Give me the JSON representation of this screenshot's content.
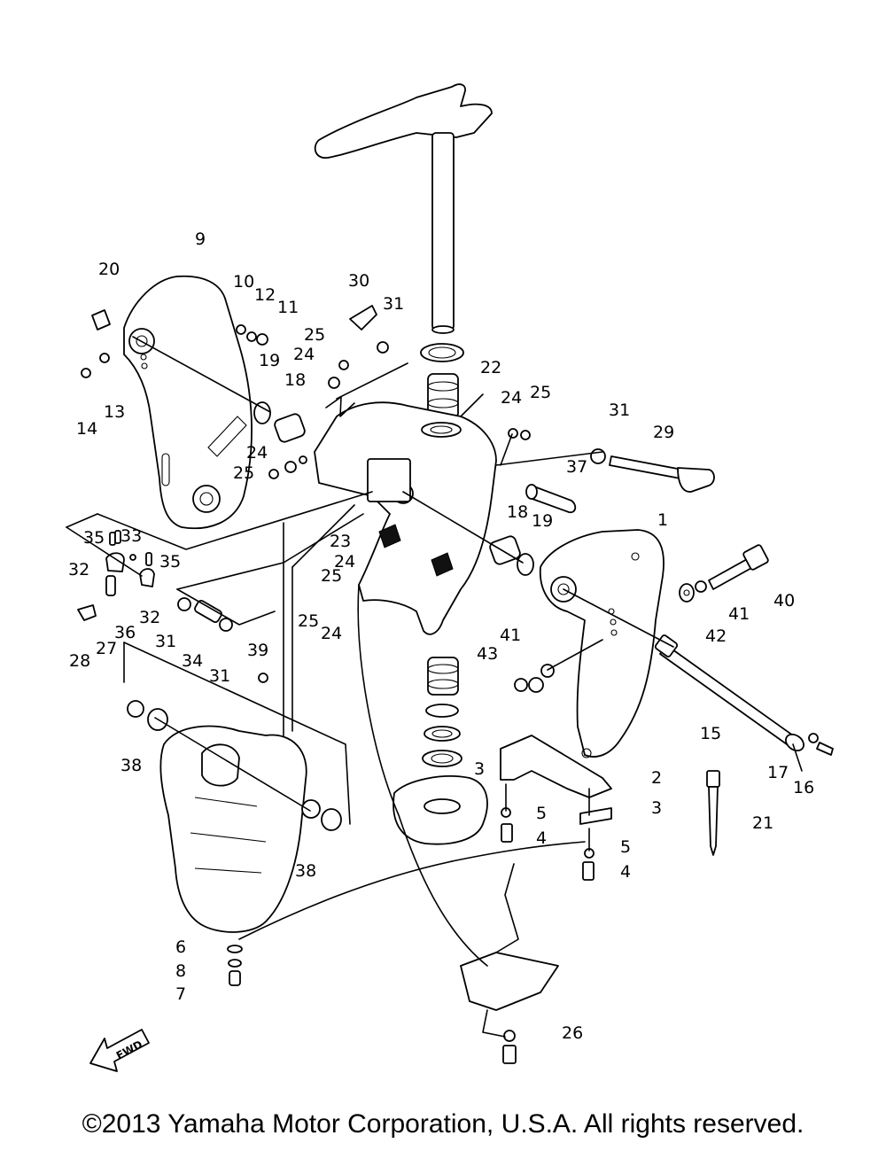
{
  "callouts": [
    {
      "id": "c1",
      "text": "1"
    },
    {
      "id": "c2",
      "text": "2"
    },
    {
      "id": "c3a",
      "text": "3"
    },
    {
      "id": "c3b",
      "text": "3"
    },
    {
      "id": "c4a",
      "text": "4"
    },
    {
      "id": "c4b",
      "text": "4"
    },
    {
      "id": "c5a",
      "text": "5"
    },
    {
      "id": "c5b",
      "text": "5"
    },
    {
      "id": "c6",
      "text": "6"
    },
    {
      "id": "c7",
      "text": "7"
    },
    {
      "id": "c8",
      "text": "8"
    },
    {
      "id": "c9",
      "text": "9"
    },
    {
      "id": "c10",
      "text": "10"
    },
    {
      "id": "c11",
      "text": "11"
    },
    {
      "id": "c12",
      "text": "12"
    },
    {
      "id": "c13",
      "text": "13"
    },
    {
      "id": "c14",
      "text": "14"
    },
    {
      "id": "c15",
      "text": "15"
    },
    {
      "id": "c16",
      "text": "16"
    },
    {
      "id": "c17",
      "text": "17"
    },
    {
      "id": "c18a",
      "text": "18"
    },
    {
      "id": "c18b",
      "text": "18"
    },
    {
      "id": "c19a",
      "text": "19"
    },
    {
      "id": "c19b",
      "text": "19"
    },
    {
      "id": "c20",
      "text": "20"
    },
    {
      "id": "c21",
      "text": "21"
    },
    {
      "id": "c22",
      "text": "22"
    },
    {
      "id": "c23",
      "text": "23"
    },
    {
      "id": "c24a",
      "text": "24"
    },
    {
      "id": "c24b",
      "text": "24"
    },
    {
      "id": "c24c",
      "text": "24"
    },
    {
      "id": "c24d",
      "text": "24"
    },
    {
      "id": "c24e",
      "text": "24"
    },
    {
      "id": "c25a",
      "text": "25"
    },
    {
      "id": "c25b",
      "text": "25"
    },
    {
      "id": "c25c",
      "text": "25"
    },
    {
      "id": "c25d",
      "text": "25"
    },
    {
      "id": "c25e",
      "text": "25"
    },
    {
      "id": "c26",
      "text": "26"
    },
    {
      "id": "c27",
      "text": "27"
    },
    {
      "id": "c28",
      "text": "28"
    },
    {
      "id": "c29",
      "text": "29"
    },
    {
      "id": "c30",
      "text": "30"
    },
    {
      "id": "c31a",
      "text": "31"
    },
    {
      "id": "c31b",
      "text": "31"
    },
    {
      "id": "c31c",
      "text": "31"
    },
    {
      "id": "c31d",
      "text": "31"
    },
    {
      "id": "c32a",
      "text": "32"
    },
    {
      "id": "c32b",
      "text": "32"
    },
    {
      "id": "c33",
      "text": "33"
    },
    {
      "id": "c34",
      "text": "34"
    },
    {
      "id": "c35a",
      "text": "35"
    },
    {
      "id": "c35b",
      "text": "35"
    },
    {
      "id": "c36",
      "text": "36"
    },
    {
      "id": "c37",
      "text": "37"
    },
    {
      "id": "c38a",
      "text": "38"
    },
    {
      "id": "c38b",
      "text": "38"
    },
    {
      "id": "c39",
      "text": "39"
    },
    {
      "id": "c40",
      "text": "40"
    },
    {
      "id": "c41a",
      "text": "41"
    },
    {
      "id": "c41b",
      "text": "41"
    },
    {
      "id": "c42",
      "text": "42"
    },
    {
      "id": "c43",
      "text": "43"
    }
  ],
  "fwd_label": "FWD",
  "copyright": "©2013 Yamaha Motor Corporation, U.S.A. All rights reserved."
}
